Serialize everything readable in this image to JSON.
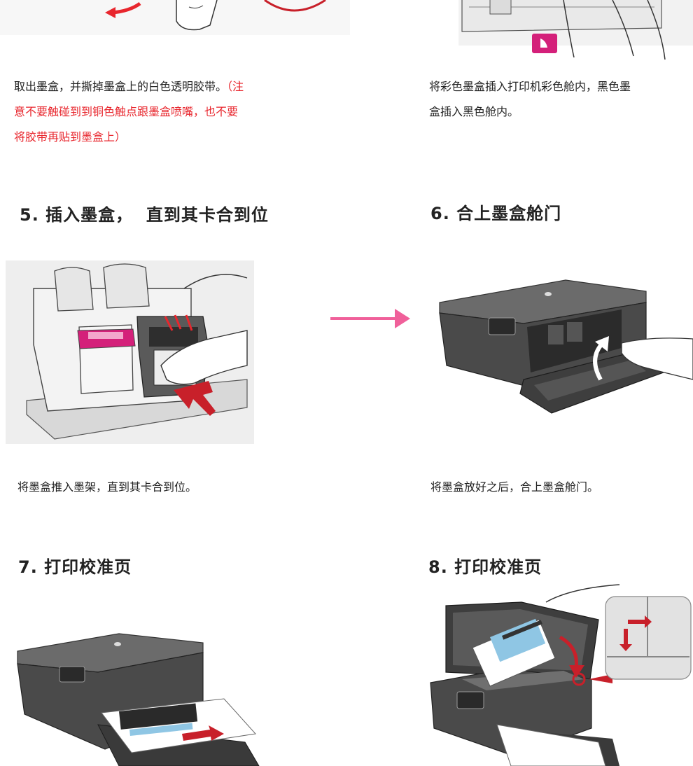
{
  "step3": {
    "caption_normal": "取出墨盒，并撕掉墨盒上的白色透明胶带。",
    "caption_warning_1": "（注",
    "caption_warning_2": "意不要触碰到到铜色触点跟墨盒喷嘴，也不要",
    "caption_warning_3": "将胶带再贴到墨盒上）"
  },
  "step4": {
    "caption_line1": "将彩色墨盒插入打印机彩色舱内，黑色墨",
    "caption_line2": "盒插入黑色舱内。"
  },
  "step5": {
    "heading": "5. 插入墨盒，  直到其卡合到位",
    "caption": "将墨盒推入墨架，直到其卡合到位。"
  },
  "step6": {
    "heading": "6. 合上墨盒舱门",
    "caption": "将墨盒放好之后，合上墨盒舱门。"
  },
  "step7": {
    "heading": "7. 打印校准页"
  },
  "step8": {
    "heading": "8. 打印校准页"
  },
  "colors": {
    "warning_red": "#e8262d",
    "arrow_pink": "#f0609a",
    "instruction_arrow": "#c8202a",
    "magenta": "#d4207a"
  },
  "icons": [
    "magenta-drop-icon",
    "pink-right-arrow-icon",
    "red-push-arrow-icon"
  ]
}
